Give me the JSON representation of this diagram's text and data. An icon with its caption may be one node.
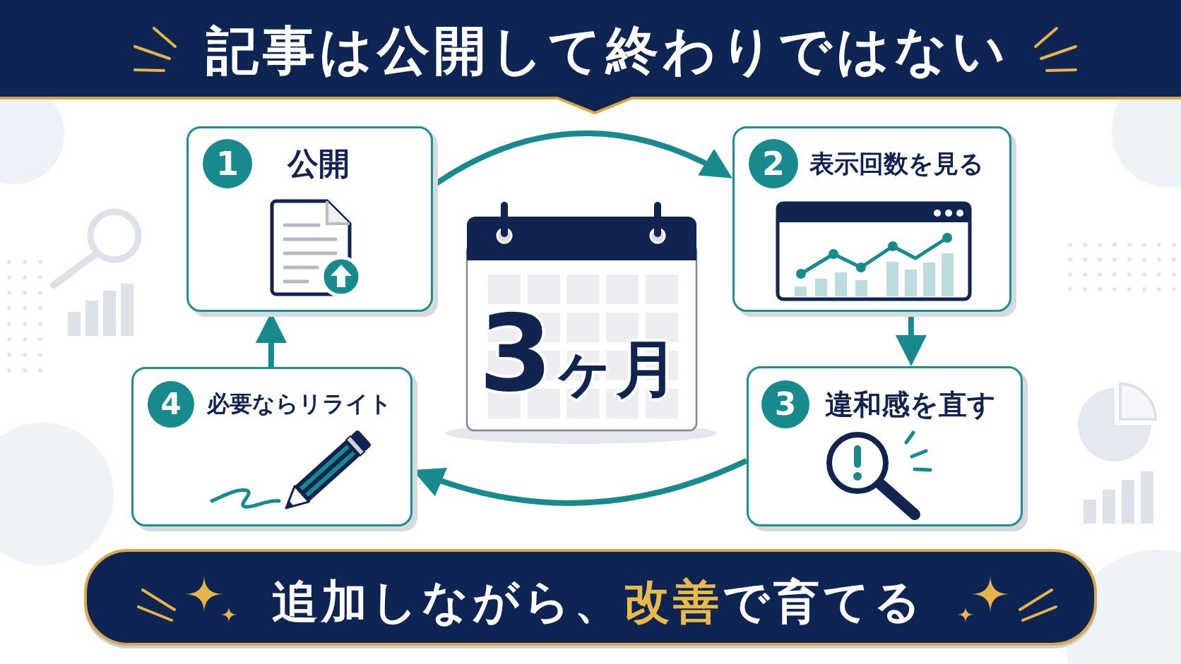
{
  "diagram": {
    "title": "記事は公開して終わりではない",
    "caption": "追加しながら、**改善**で育てる",
    "nodes": [
      {
        "text": [
          "1",
          "公開"
        ]
      },
      {
        "text": [
          "2",
          "表示回数を見る"
        ]
      },
      {
        "text": [
          "3",
          "違和感を直す"
        ]
      },
      {
        "text": [
          "4",
          "必要ならリライト"
        ]
      },
      {
        "text": [
          "3ヶ月"
        ]
      }
    ],
    "edges": [
      {
        "from": 0,
        "to": 1,
        "arrow": "to"
      },
      {
        "from": 1,
        "to": 2,
        "arrow": "to"
      },
      {
        "from": 2,
        "to": 3,
        "arrow": "to"
      },
      {
        "from": 3,
        "to": 0,
        "arrow": "to"
      }
    ]
  }
}
